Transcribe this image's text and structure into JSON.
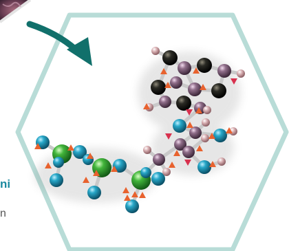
{
  "side_text": {
    "line1": "ni",
    "line2": "n"
  },
  "colors": {
    "hexagon_fill": "#ffffff",
    "hexagon_border": "#b8dcd7",
    "arrow": "#11706b",
    "atom_teal": "#1a9ab8",
    "atom_green": "#3cac3a",
    "atom_purple": "#8c6a86",
    "atom_black": "#1a1a1a",
    "atom_pink": "#d8aeb2",
    "marker_up": "#e8622e",
    "marker_down": "#d8314e"
  },
  "icons": {
    "arrow": "curved-arrow-icon",
    "photo": "corner-photo-thumbnail"
  }
}
